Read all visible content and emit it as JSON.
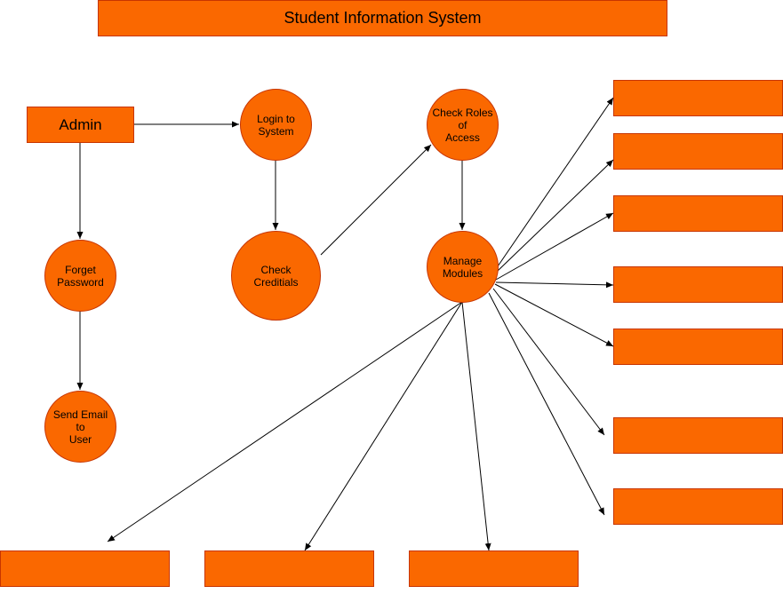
{
  "title": "Student Information System",
  "actor": "Admin",
  "processes": {
    "login": "Login to\nSystem",
    "check_credentials": "Check\nCreditials",
    "check_roles": "Check Roles\nof\nAccess",
    "manage_modules": "Manage\nModules",
    "forget_password": "Forget\nPassword",
    "send_email": "Send Email\nto\nUser"
  },
  "module_boxes": [
    "",
    "",
    "",
    "",
    "",
    "",
    "",
    "",
    "",
    ""
  ],
  "colors": {
    "fill": "#FA6800",
    "stroke": "#C73500",
    "edge": "#000000"
  }
}
